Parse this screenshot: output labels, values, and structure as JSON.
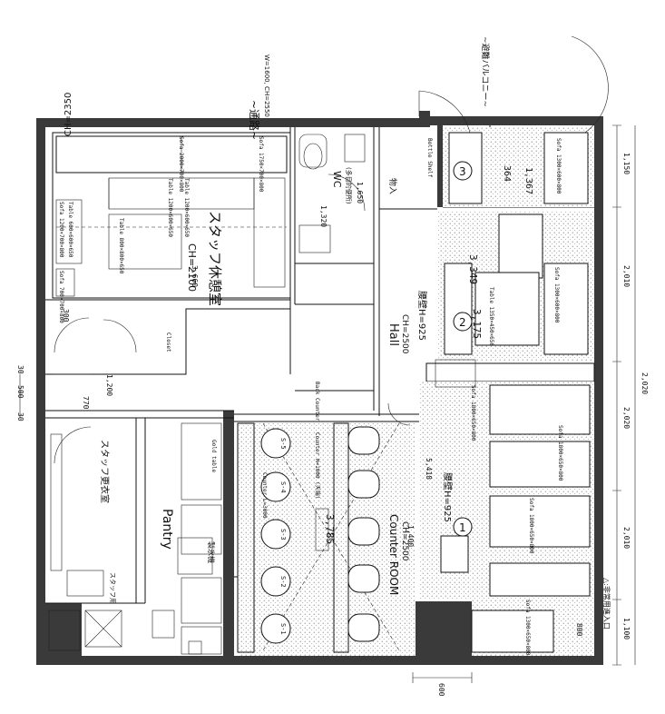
{
  "top": {
    "ch_left": "CH=2350",
    "corridor": "~通路~",
    "corridor_dims": "W=1600, CH=2550",
    "balcony": "~避難バルコニー~"
  },
  "rooms": {
    "staff_room": "スタッフ休憩室",
    "staff_room_ch": "CH=2100",
    "staff_room_ch2": "3,660",
    "wc": "WC",
    "wc_sub": "(多目的便所)",
    "wc_dim": "1,650",
    "wc_dim2": "1,320",
    "locker": "スタッフ更衣室",
    "pantry": "Pantry",
    "hall": "Hall",
    "hall_ch": "CH=2500",
    "counter_room": "Counter ROOM",
    "counter_ch": "CH=2500",
    "storage": "物入",
    "entrance": "△:非常用進入口"
  },
  "labels": {
    "sofa_top": "Sofa 1750×700×800",
    "sofa_top2": "Sofa 2000×700×800",
    "table_a": "Table 1200×600×650",
    "table_b": "Table 1200×600×650",
    "table_small": "Table 600×600×650",
    "sofa_left": "Sofa 1200×700×800",
    "sofa_left2": "Sofa 700×700×800",
    "table_box": "Table 800×800×650",
    "bottle_shelf": "Bottle Shelf",
    "lower_floor": "腰壁H=925",
    "lower_floor2": "腰壁H=925",
    "counter_top": "Counter H=1000 (天端)",
    "counter_l": "Counter L=3000",
    "back_counter": "Back Counter",
    "gold_table": "Gold table",
    "ice_maker": "製氷機",
    "sofa_r1": "Sofa 1300×600×800",
    "sofa_r2": "Sofa 1300×600×800",
    "table_r": "Table 1350×450×650",
    "sofa_r3": "Sofa 1800×650×800",
    "sofa_r4": "Sofa 1800×650×800",
    "sofa_r5": "Sofa 1800×650×800",
    "sofa_r6": "Sofa 1300×650×800",
    "closet": "Closet",
    "sink_label": "スタッフ用",
    "num_3": "3",
    "num_2": "2",
    "num_1": "1"
  },
  "dimensions": {
    "d_2010_a": "2,010",
    "d_2010_b": "2,010",
    "d_2020_a": "2,020",
    "d_2020_b": "2,020",
    "d_1150": "1,150",
    "d_1100": "1,100",
    "d_1200": "1,200",
    "d_770": "770",
    "d_600_bottom": "600",
    "d_500": "500",
    "d_3349": "3,349",
    "d_3175": "3,175",
    "d_3785": "3,785",
    "d_5418": "5,418",
    "d_364": "364",
    "d_1367": "1,367",
    "d_300": "300",
    "d_30a": "30",
    "d_30b": "30",
    "d_800": "800",
    "d_1400": "1,400"
  },
  "seats": [
    "S-1",
    "S-2",
    "S-3",
    "S-4",
    "S-5"
  ],
  "colors": {
    "wall": "#3a3a3a",
    "line": "#111111"
  }
}
